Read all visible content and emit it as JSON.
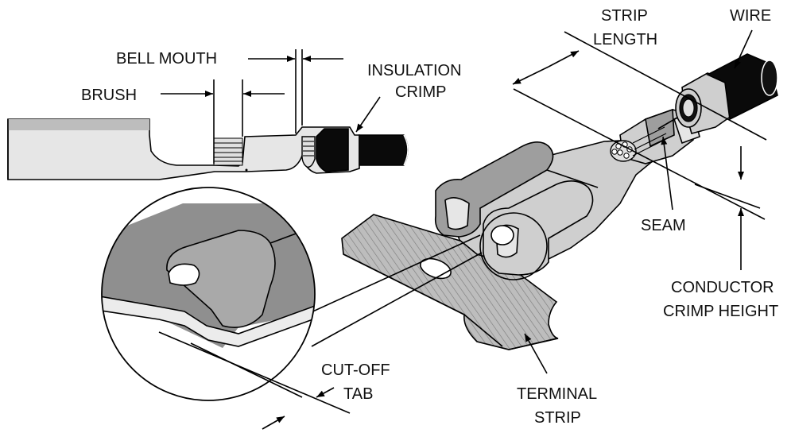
{
  "labels": {
    "bell_mouth": "BELL MOUTH",
    "brush": "BRUSH",
    "insulation": "INSULATION",
    "crimp_1": "CRIMP",
    "strip": "STRIP",
    "length": "LENGTH",
    "wire": "WIRE",
    "seam": "SEAM",
    "conductor": "CONDUCTOR",
    "crimp_height": "CRIMP HEIGHT",
    "cut_off": "CUT-OFF",
    "tab": "TAB",
    "terminal": "TERMINAL",
    "strip_2": "STRIP"
  },
  "colors": {
    "ink": "#000000",
    "metal": "#cfcfcf",
    "metal_dark": "#9e9e9e",
    "metal_light": "#e6e6e6",
    "insulation": "#0a0a0a"
  }
}
